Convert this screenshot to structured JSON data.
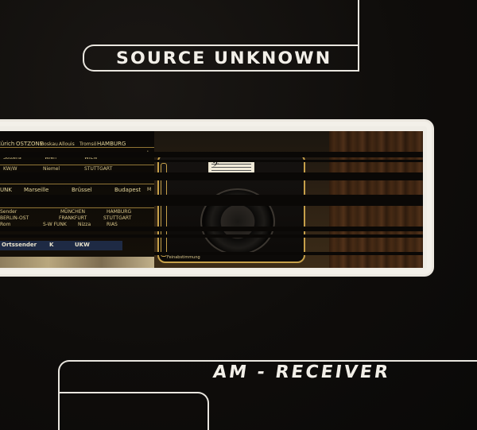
{
  "artist": "SOURCE UNKNOWN",
  "album": "AM - RECEIVER",
  "dial": {
    "row1": [
      "Zürich",
      "OSTZONE",
      "Moskau",
      "Allouis",
      "Tromsö",
      "HAMBURG"
    ],
    "row2": [
      "Sottens",
      "Wien",
      "WIEN"
    ],
    "row3": [
      "KW/W",
      "Niemel",
      "STUTTGART"
    ],
    "row4": [
      "FUNK",
      "Marseille",
      "Brüssel",
      "Budapest"
    ],
    "row5": [
      "Sender",
      "MÜNCHEN",
      "HAMBURG"
    ],
    "row6": [
      "BERLIN-OST",
      "FRANKFURT",
      "STUTTGART"
    ],
    "row7": [
      "Rom",
      "S-W FUNK",
      "Nizza",
      "RIAS"
    ],
    "band_left": "Ortssender",
    "band_k": "K",
    "band_ukw": "UKW",
    "scale_marks": [
      "L",
      "M"
    ],
    "clef_glyph": "𝄢",
    "label_under_frame": "Feinabstimmung"
  },
  "colors": {
    "frame": "#e9e6df",
    "background": "#0f0d0b",
    "gold": "#c6a04a"
  }
}
